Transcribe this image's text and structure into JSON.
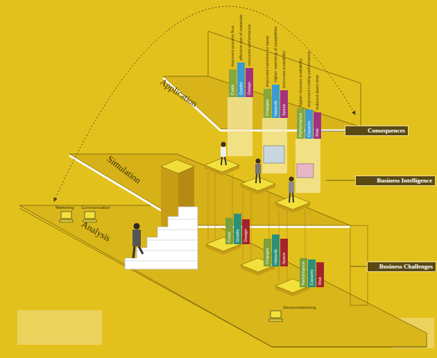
{
  "diagram": {
    "nodes": [
      {
        "text": [
          "Consequences"
        ]
      },
      {
        "text": [
          "Business Intelligence"
        ]
      },
      {
        "text": [
          "Business Challenges"
        ]
      }
    ],
    "labels": [
      "Application",
      "Simulation",
      "Analysis",
      "Marketing",
      "Communication",
      "Decommissioning",
      "improved process flow",
      "effective use of materials",
      "improved performance",
      "improved transition to repair",
      "higher matching of capabilities",
      "improved availability",
      "higher revenue availability",
      "improved cooling performance",
      "reduced down time",
      "Costs",
      "Quality",
      "Design",
      "Changes",
      "Hazards",
      "Space",
      "Performance",
      "Capacity",
      "Risk",
      "Costs",
      "Quality",
      "Design",
      "Changes",
      "Hazards",
      "Space",
      "Performance",
      "Capacity",
      "Risk"
    ]
  }
}
